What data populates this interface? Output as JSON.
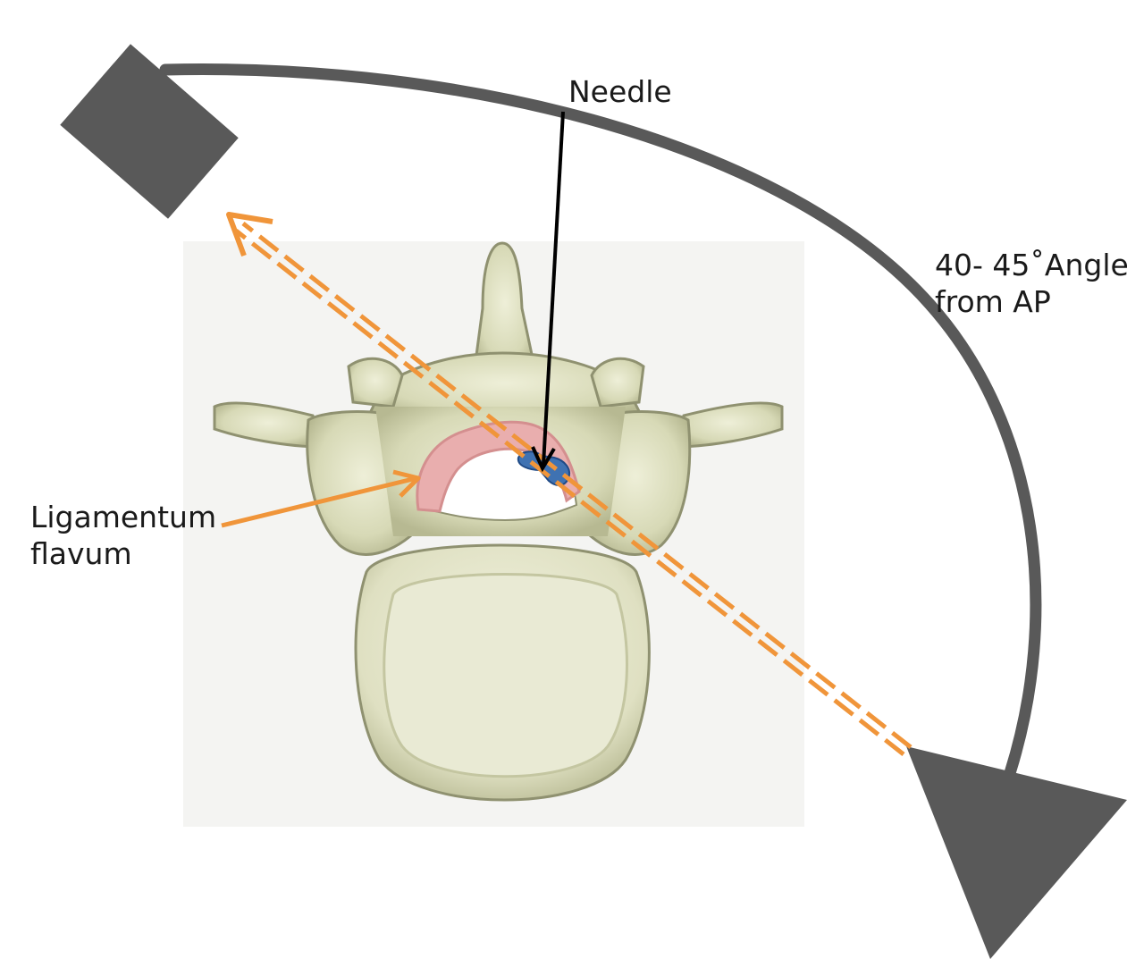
{
  "labels": {
    "needle": "Needle",
    "angle": [
      "40- 45˚Angle",
      "from AP"
    ],
    "ligamentum": [
      "Ligamentum",
      "flavum"
    ]
  },
  "colors": {
    "c_arm": "#595959",
    "trajectory": "#f0953a",
    "pointer_ligament": "#f0953a",
    "pointer_needle": "#000000",
    "ligamentum_flavum": "#e9aeae",
    "needle_tip": "#3f72b2",
    "bone": "#dadcbc",
    "photo_background": "#f4f4f2"
  },
  "icons": {
    "xray_source": "dark-rectangle",
    "xray_detector": "dark-triangle"
  }
}
